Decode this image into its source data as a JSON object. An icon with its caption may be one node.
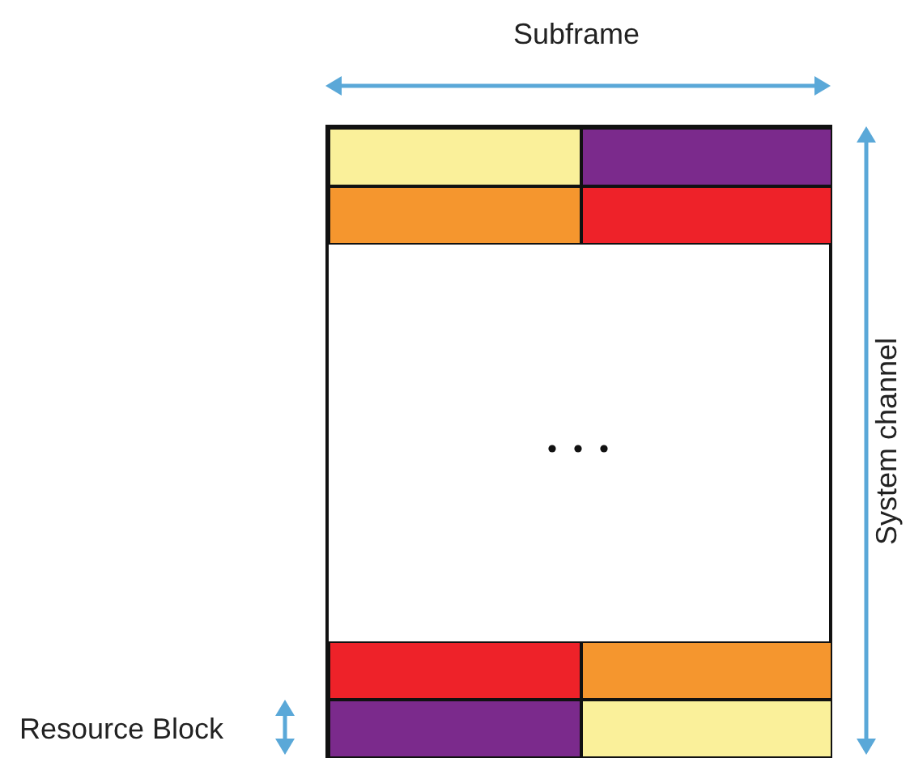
{
  "diagram": {
    "nodes": [
      {
        "text": [],
        "shape": "box"
      },
      {
        "text": [],
        "shape": "box",
        "in": 0
      },
      {
        "text": [],
        "shape": "box",
        "in": 0
      },
      {
        "text": [],
        "shape": "box",
        "in": 0
      },
      {
        "text": [],
        "shape": "box",
        "in": 0
      },
      {
        "text": [],
        "shape": "box",
        "in": 0
      },
      {
        "text": [],
        "shape": "box",
        "in": 0
      },
      {
        "text": [],
        "shape": "box",
        "in": 0
      },
      {
        "text": [],
        "shape": "box",
        "in": 0
      }
    ],
    "labels": [
      "Subframe",
      "System channel",
      "Resource Block"
    ]
  }
}
